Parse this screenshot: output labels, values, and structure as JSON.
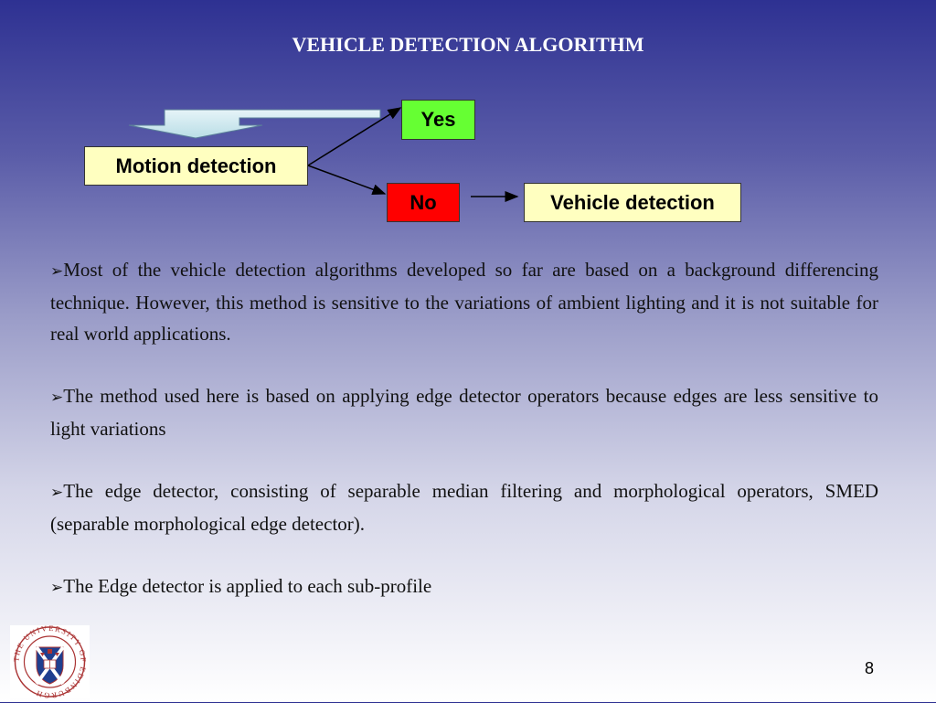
{
  "slide": {
    "title": "VEHICLE DETECTION ALGORITHM",
    "page_number": "8"
  },
  "diagram": {
    "motion_label": "Motion detection",
    "yes_label": "Yes",
    "no_label": "No",
    "vehicle_label": "Vehicle detection",
    "colors": {
      "yes": "#66ff33",
      "no": "#ff0000",
      "box": "#ffffc0",
      "input_arrow": "#cde9f0"
    }
  },
  "bullets": [
    {
      "text": "Most of the vehicle detection algorithms developed so far are based on a background differencing technique. However, this method is sensitive to the variations of ambient lighting and it is not suitable for real world applications."
    },
    {
      "text": "The method used here is based on applying edge detector operators because edges are less sensitive to light variations"
    },
    {
      "text": "The edge detector, consisting of separable median filtering and morphological operators, SMED (separable morphological edge detector)."
    },
    {
      "text": "The Edge detector is applied to each sub-profile"
    }
  ],
  "logo": {
    "ring_text": "THE UNIVERSITY OF EDINBURGH",
    "icon": "university-crest-icon"
  }
}
